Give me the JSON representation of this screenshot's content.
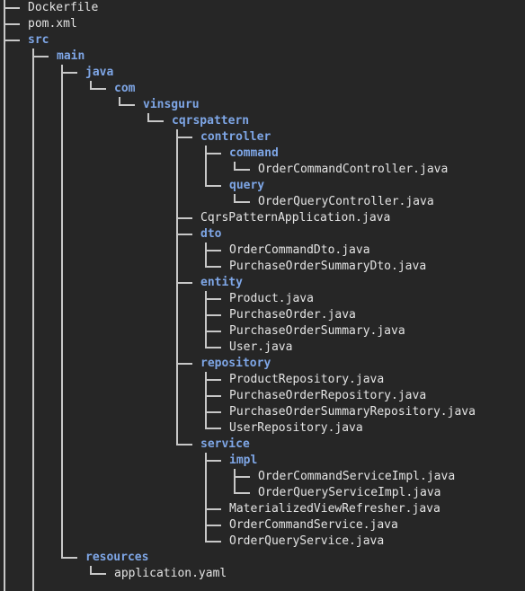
{
  "theme": {
    "background": "#262626",
    "line_color": "#c8c8c8",
    "file_color": "#e4e4e4",
    "dir_color": "#7ea6e6"
  },
  "tree": [
    {
      "name": "Dockerfile",
      "type": "file",
      "depth": 0
    },
    {
      "name": "pom.xml",
      "type": "file",
      "depth": 0
    },
    {
      "name": "src",
      "type": "dir",
      "depth": 0
    },
    {
      "name": "main",
      "type": "dir",
      "depth": 1
    },
    {
      "name": "java",
      "type": "dir",
      "depth": 2
    },
    {
      "name": "com",
      "type": "dir",
      "depth": 3
    },
    {
      "name": "vinsguru",
      "type": "dir",
      "depth": 4
    },
    {
      "name": "cqrspattern",
      "type": "dir",
      "depth": 5
    },
    {
      "name": "controller",
      "type": "dir",
      "depth": 6
    },
    {
      "name": "command",
      "type": "dir",
      "depth": 7
    },
    {
      "name": "OrderCommandController.java",
      "type": "file",
      "depth": 8
    },
    {
      "name": "query",
      "type": "dir",
      "depth": 7
    },
    {
      "name": "OrderQueryController.java",
      "type": "file",
      "depth": 8
    },
    {
      "name": "CqrsPatternApplication.java",
      "type": "file",
      "depth": 6
    },
    {
      "name": "dto",
      "type": "dir",
      "depth": 6
    },
    {
      "name": "OrderCommandDto.java",
      "type": "file",
      "depth": 7
    },
    {
      "name": "PurchaseOrderSummaryDto.java",
      "type": "file",
      "depth": 7
    },
    {
      "name": "entity",
      "type": "dir",
      "depth": 6
    },
    {
      "name": "Product.java",
      "type": "file",
      "depth": 7
    },
    {
      "name": "PurchaseOrder.java",
      "type": "file",
      "depth": 7
    },
    {
      "name": "PurchaseOrderSummary.java",
      "type": "file",
      "depth": 7
    },
    {
      "name": "User.java",
      "type": "file",
      "depth": 7
    },
    {
      "name": "repository",
      "type": "dir",
      "depth": 6
    },
    {
      "name": "ProductRepository.java",
      "type": "file",
      "depth": 7
    },
    {
      "name": "PurchaseOrderRepository.java",
      "type": "file",
      "depth": 7
    },
    {
      "name": "PurchaseOrderSummaryRepository.java",
      "type": "file",
      "depth": 7
    },
    {
      "name": "UserRepository.java",
      "type": "file",
      "depth": 7
    },
    {
      "name": "service",
      "type": "dir",
      "depth": 6
    },
    {
      "name": "impl",
      "type": "dir",
      "depth": 7
    },
    {
      "name": "OrderCommandServiceImpl.java",
      "type": "file",
      "depth": 8
    },
    {
      "name": "OrderQueryServiceImpl.java",
      "type": "file",
      "depth": 8
    },
    {
      "name": "MaterializedViewRefresher.java",
      "type": "file",
      "depth": 7
    },
    {
      "name": "OrderCommandService.java",
      "type": "file",
      "depth": 7
    },
    {
      "name": "OrderQueryService.java",
      "type": "file",
      "depth": 7
    },
    {
      "name": "resources",
      "type": "dir",
      "depth": 2
    },
    {
      "name": "application.yaml",
      "type": "file",
      "depth": 3
    }
  ]
}
